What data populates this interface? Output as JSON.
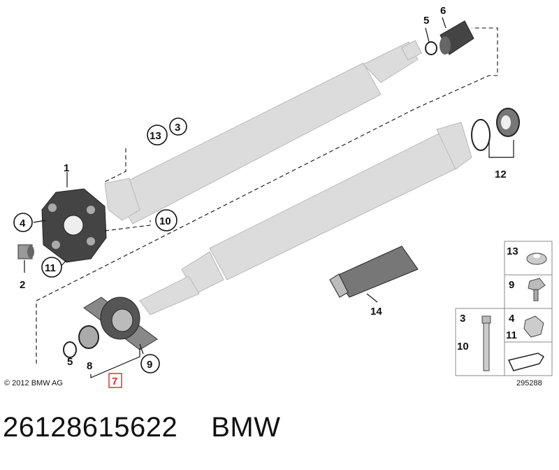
{
  "callouts": {
    "c1": "1",
    "c2": "2",
    "c3": "3",
    "c4": "4",
    "c5": "5",
    "c5b": "5",
    "c6": "6",
    "c7": "7",
    "c8": "8",
    "c9": "9",
    "c10": "10",
    "c11": "11",
    "c12": "12",
    "c13": "13",
    "c14": "14"
  },
  "legend": {
    "r13": "13",
    "r9": "9",
    "r4": "4",
    "r11": "11",
    "r3": "3",
    "r10": "10"
  },
  "highlight_color": "#e03030",
  "copyright": "© 2012 BMW AG",
  "diagram_ref": "295288",
  "part_number": "26128615622",
  "brand": "BMW"
}
